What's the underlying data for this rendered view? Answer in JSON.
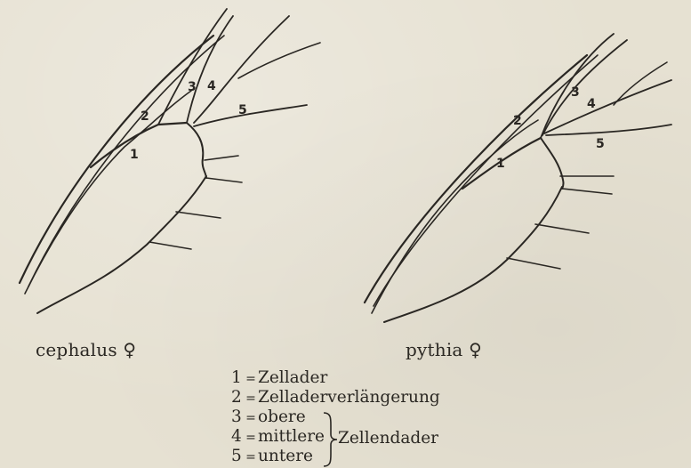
{
  "figures": {
    "left_caption": "cephalus ♀",
    "right_caption": "pythia ♀"
  },
  "vein_numbers": [
    "1",
    "2",
    "3",
    "4",
    "5"
  ],
  "legend": {
    "separator": "=",
    "items": [
      {
        "n": "1",
        "label": "Zellader"
      },
      {
        "n": "2",
        "label": "Zelladerverlängerung"
      },
      {
        "n": "3",
        "label": "obere"
      },
      {
        "n": "4",
        "label": "mittlere"
      },
      {
        "n": "5",
        "label": "untere"
      }
    ],
    "group_label": "Zellendader"
  }
}
